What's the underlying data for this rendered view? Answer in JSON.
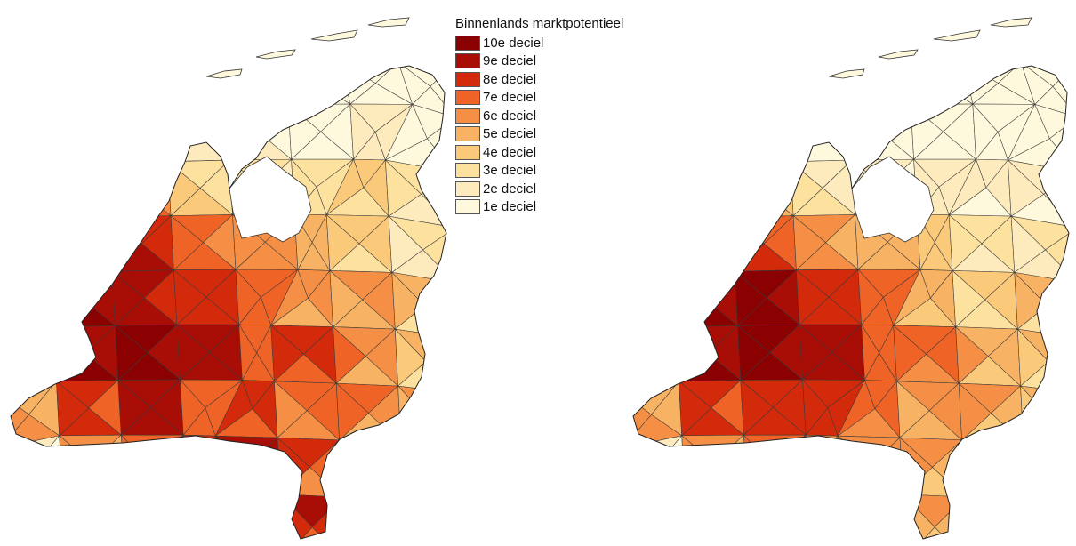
{
  "legend": {
    "title": "Binnenlands marktpotentieel",
    "items": [
      {
        "label": "10e deciel",
        "color": "#8b0000"
      },
      {
        "label": "9e deciel",
        "color": "#a80d06"
      },
      {
        "label": "8e deciel",
        "color": "#d42a0c"
      },
      {
        "label": "7e deciel",
        "color": "#ef6326"
      },
      {
        "label": "6e deciel",
        "color": "#f58f45"
      },
      {
        "label": "5e deciel",
        "color": "#f8b264"
      },
      {
        "label": "4e deciel",
        "color": "#fbc97a"
      },
      {
        "label": "3e deciel",
        "color": "#fde19f"
      },
      {
        "label": "2e deciel",
        "color": "#fdebbe"
      },
      {
        "label": "1e deciel",
        "color": "#fef8dc"
      }
    ]
  },
  "maps": [
    {
      "name": "left-map",
      "regions": [
        [
          2,
          4,
          5,
          4,
          3,
          1,
          1,
          1
        ],
        [
          3,
          3,
          2,
          2,
          2,
          1,
          2,
          1
        ],
        [
          5,
          7,
          7,
          4,
          3,
          3,
          4,
          3
        ],
        [
          8,
          9,
          9,
          7,
          6,
          5,
          4,
          3
        ],
        [
          10,
          10,
          9,
          8,
          7,
          6,
          6,
          4
        ],
        [
          10,
          10,
          10,
          9,
          7,
          8,
          6,
          4
        ],
        [
          6,
          8,
          9,
          7,
          8,
          7,
          6,
          5
        ],
        [
          2,
          6,
          7,
          8,
          9,
          7,
          6,
          4
        ],
        [
          2,
          4,
          6,
          7,
          9,
          8,
          5,
          3
        ]
      ]
    },
    {
      "name": "right-map",
      "regions": [
        [
          1,
          2,
          2,
          2,
          1,
          1,
          1,
          1
        ],
        [
          1,
          1,
          1,
          1,
          1,
          1,
          1,
          1
        ],
        [
          3,
          5,
          5,
          3,
          2,
          2,
          2,
          2
        ],
        [
          7,
          8,
          8,
          6,
          5,
          4,
          3,
          3
        ],
        [
          9,
          10,
          10,
          8,
          7,
          5,
          4,
          4
        ],
        [
          9,
          10,
          10,
          9,
          7,
          7,
          5,
          4
        ],
        [
          6,
          8,
          8,
          8,
          7,
          6,
          5,
          4
        ],
        [
          2,
          6,
          7,
          6,
          6,
          5,
          4,
          4
        ],
        [
          2,
          3,
          5,
          6,
          6,
          5,
          5,
          3
        ]
      ]
    }
  ]
}
